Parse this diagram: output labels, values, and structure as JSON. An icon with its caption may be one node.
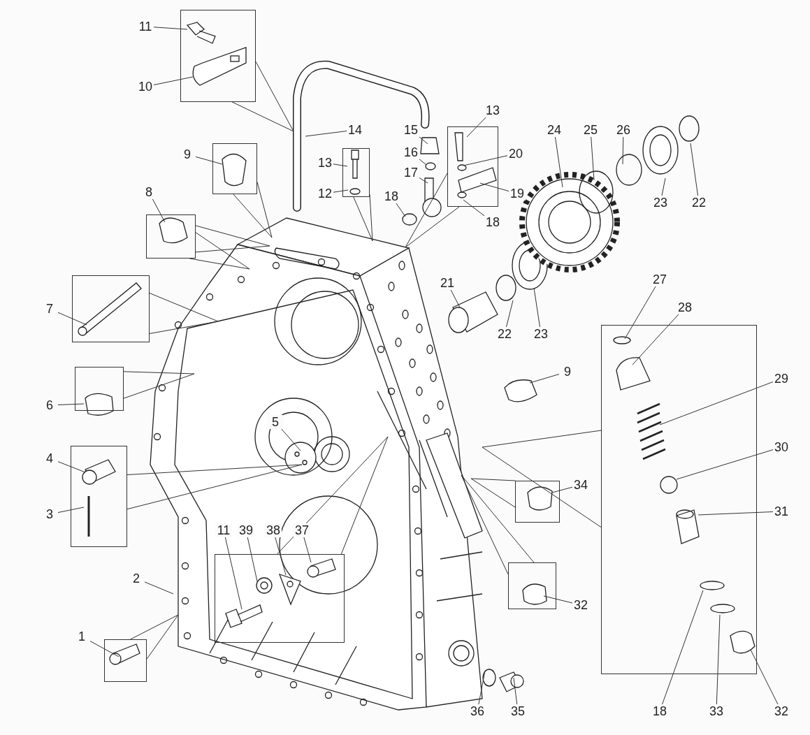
{
  "diagram": {
    "nodes": [
      {
        "text": [
          "11"
        ]
      },
      {
        "text": [
          "10"
        ]
      },
      {
        "text": [
          "14"
        ]
      },
      {
        "text": [
          "15"
        ]
      },
      {
        "text": [
          "13"
        ]
      },
      {
        "text": [
          "9"
        ]
      },
      {
        "text": [
          "16"
        ]
      },
      {
        "text": [
          "20"
        ]
      },
      {
        "text": [
          "13"
        ]
      },
      {
        "text": [
          "17"
        ]
      },
      {
        "text": [
          "19"
        ]
      },
      {
        "text": [
          "12"
        ]
      },
      {
        "text": [
          "18"
        ]
      },
      {
        "text": [
          "18"
        ]
      },
      {
        "text": [
          "8"
        ]
      },
      {
        "text": [
          "24"
        ]
      },
      {
        "text": [
          "25"
        ]
      },
      {
        "text": [
          "26"
        ]
      },
      {
        "text": [
          "23"
        ]
      },
      {
        "text": [
          "22"
        ]
      },
      {
        "text": [
          "7"
        ]
      },
      {
        "text": [
          "21"
        ]
      },
      {
        "text": [
          "22"
        ]
      },
      {
        "text": [
          "23"
        ]
      },
      {
        "text": [
          "27"
        ]
      },
      {
        "text": [
          "28"
        ]
      },
      {
        "text": [
          "29"
        ]
      },
      {
        "text": [
          "9"
        ]
      },
      {
        "text": [
          "6"
        ]
      },
      {
        "text": [
          "5"
        ]
      },
      {
        "text": [
          "30"
        ]
      },
      {
        "text": [
          "4"
        ]
      },
      {
        "text": [
          "34"
        ]
      },
      {
        "text": [
          "3"
        ]
      },
      {
        "text": [
          "31"
        ]
      },
      {
        "text": [
          "11"
        ]
      },
      {
        "text": [
          "39"
        ]
      },
      {
        "text": [
          "38"
        ]
      },
      {
        "text": [
          "37"
        ]
      },
      {
        "text": [
          "2"
        ]
      },
      {
        "text": [
          "32"
        ]
      },
      {
        "text": [
          "1"
        ]
      },
      {
        "text": [
          "36"
        ]
      },
      {
        "text": [
          "35"
        ]
      },
      {
        "text": [
          "18"
        ]
      },
      {
        "text": [
          "33"
        ]
      },
      {
        "text": [
          "32"
        ]
      },
      {
        "text": [],
        "shape": "box"
      },
      {
        "text": [],
        "shape": "box"
      },
      {
        "text": [],
        "shape": "box"
      },
      {
        "text": [],
        "shape": "box"
      },
      {
        "text": [],
        "shape": "box"
      },
      {
        "text": [],
        "shape": "box"
      },
      {
        "text": [],
        "shape": "box"
      },
      {
        "text": [],
        "shape": "box"
      },
      {
        "text": [],
        "shape": "box"
      },
      {
        "text": [],
        "shape": "box"
      },
      {
        "text": [],
        "shape": "box"
      },
      {
        "text": [],
        "shape": "box"
      },
      {
        "text": [],
        "shape": "box"
      }
    ],
    "edges": [
      {
        "from": 0,
        "to": 47,
        "arrow": "none"
      },
      {
        "from": 1,
        "to": 47,
        "arrow": "none"
      },
      {
        "from": 2,
        "to": null,
        "arrow": "none"
      },
      {
        "from": 3,
        "to": null,
        "arrow": "none"
      },
      {
        "from": 4,
        "to": 50,
        "arrow": "none"
      },
      {
        "from": 5,
        "to": 48,
        "arrow": "none"
      },
      {
        "from": 6,
        "to": null,
        "arrow": "none"
      },
      {
        "from": 7,
        "to": 50,
        "arrow": "none"
      },
      {
        "from": 8,
        "to": 49,
        "arrow": "none"
      },
      {
        "from": 9,
        "to": null,
        "arrow": "none"
      },
      {
        "from": 10,
        "to": 50,
        "arrow": "none"
      },
      {
        "from": 11,
        "to": 49,
        "arrow": "none"
      },
      {
        "from": 12,
        "to": null,
        "arrow": "none"
      },
      {
        "from": 13,
        "to": 50,
        "arrow": "none"
      },
      {
        "from": 14,
        "to": 51,
        "arrow": "none"
      },
      {
        "from": 15,
        "to": null,
        "arrow": "none"
      },
      {
        "from": 16,
        "to": null,
        "arrow": "none"
      },
      {
        "from": 17,
        "to": null,
        "arrow": "none"
      },
      {
        "from": 18,
        "to": null,
        "arrow": "none"
      },
      {
        "from": 19,
        "to": null,
        "arrow": "none"
      },
      {
        "from": 20,
        "to": 52,
        "arrow": "none"
      },
      {
        "from": 21,
        "to": null,
        "arrow": "none"
      },
      {
        "from": 22,
        "to": null,
        "arrow": "none"
      },
      {
        "from": 23,
        "to": null,
        "arrow": "none"
      },
      {
        "from": 24,
        "to": 59,
        "arrow": "none"
      },
      {
        "from": 25,
        "to": 59,
        "arrow": "none"
      },
      {
        "from": 26,
        "to": 59,
        "arrow": "none"
      },
      {
        "from": 27,
        "to": null,
        "arrow": "none"
      },
      {
        "from": 28,
        "to": 53,
        "arrow": "none"
      },
      {
        "from": 29,
        "to": null,
        "arrow": "none"
      },
      {
        "from": 30,
        "to": 59,
        "arrow": "none"
      },
      {
        "from": 31,
        "to": 54,
        "arrow": "none"
      },
      {
        "from": 32,
        "to": 57,
        "arrow": "none"
      },
      {
        "from": 33,
        "to": 54,
        "arrow": "none"
      },
      {
        "from": 34,
        "to": 59,
        "arrow": "none"
      },
      {
        "from": 35,
        "to": 55,
        "arrow": "none"
      },
      {
        "from": 36,
        "to": 55,
        "arrow": "none"
      },
      {
        "from": 37,
        "to": 55,
        "arrow": "none"
      },
      {
        "from": 38,
        "to": 55,
        "arrow": "none"
      },
      {
        "from": 39,
        "to": null,
        "arrow": "none"
      },
      {
        "from": 40,
        "to": 58,
        "arrow": "none"
      },
      {
        "from": 41,
        "to": 56,
        "arrow": "none"
      },
      {
        "from": 42,
        "to": null,
        "arrow": "none"
      },
      {
        "from": 43,
        "to": null,
        "arrow": "none"
      },
      {
        "from": 44,
        "to": 59,
        "arrow": "none"
      },
      {
        "from": 45,
        "to": 59,
        "arrow": "none"
      },
      {
        "from": 46,
        "to": 59,
        "arrow": "none"
      },
      {
        "from": 47,
        "to": null,
        "arrow": "none"
      },
      {
        "from": 48,
        "to": null,
        "arrow": "none"
      },
      {
        "from": 49,
        "to": null,
        "arrow": "none"
      },
      {
        "from": 50,
        "to": null,
        "arrow": "none"
      },
      {
        "from": 51,
        "to": null,
        "arrow": "none"
      },
      {
        "from": 51,
        "to": null,
        "arrow": "none"
      },
      {
        "from": 52,
        "to": null,
        "arrow": "none"
      },
      {
        "from": 53,
        "to": null,
        "arrow": "none"
      },
      {
        "from": 54,
        "to": null,
        "arrow": "none"
      },
      {
        "from": 55,
        "to": null,
        "arrow": "none"
      },
      {
        "from": 56,
        "to": null,
        "arrow": "none"
      },
      {
        "from": 57,
        "to": null,
        "arrow": "none"
      },
      {
        "from": 58,
        "to": null,
        "arrow": "none"
      },
      {
        "from": 59,
        "to": null,
        "arrow": "none"
      }
    ]
  }
}
